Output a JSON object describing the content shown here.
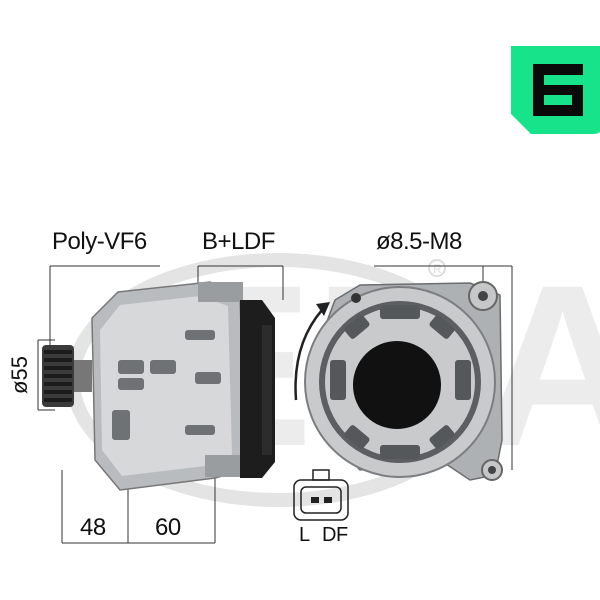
{
  "brand": {
    "badge_color": "#17e38a",
    "badge_letter_color": "#0a0a0a",
    "watermark_color": "#e4e4e4"
  },
  "dimensions": {
    "pulley_type": "Poly-VF6",
    "connection": "B+LDF",
    "mount": "ø8.5-M8",
    "pulley_diameter": "ø55",
    "length_front": "48",
    "length_body": "60"
  },
  "connector": {
    "pin_left": "L",
    "pin_right": "DF"
  },
  "product": {
    "icon": "alternator-icon",
    "rotation_icon": "rotation-arrow-icon"
  }
}
